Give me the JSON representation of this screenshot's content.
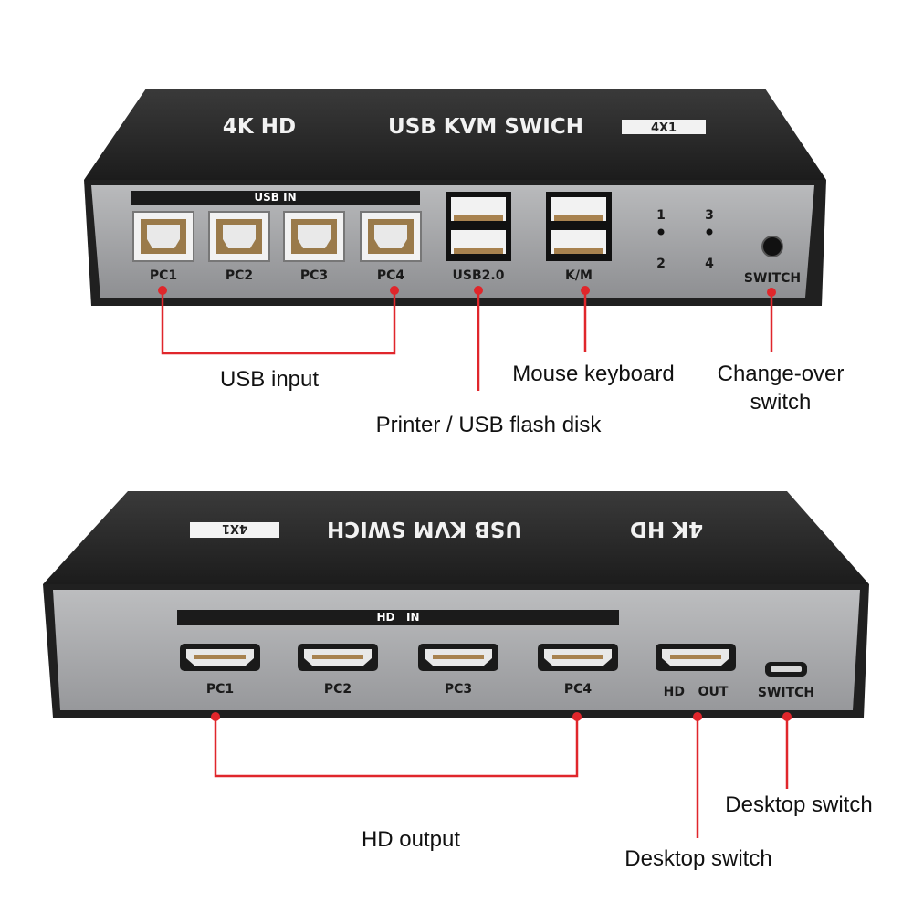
{
  "device_top": {
    "brand_left": "4K HD",
    "brand_title": "USB KVM SWICH",
    "badge": "4X1",
    "strip_label": "USB IN",
    "ports": [
      "PC1",
      "PC2",
      "PC3",
      "PC4"
    ],
    "usb_label": "USB2.0",
    "km_label": "K/M",
    "leds": [
      "1",
      "2",
      "3",
      "4"
    ],
    "switch_label": "SWITCH"
  },
  "device_bottom": {
    "brand_left": "4K HD",
    "brand_title": "USB KVM SWICH",
    "badge": "4X1",
    "strip_label": "HD   IN",
    "ports": [
      "PC1",
      "PC2",
      "PC3",
      "PC4"
    ],
    "out_label": "HD   OUT",
    "switch_label": "SWITCH"
  },
  "callouts": {
    "usb_input": "USB input",
    "printer": "Printer / USB flash disk",
    "mouse_keyboard": "Mouse keyboard",
    "changeover_1": "Change-over",
    "changeover_2": "switch",
    "hd_output": "HD output",
    "desktop_switch_1": "Desktop switch",
    "desktop_switch_2": "Desktop switch"
  },
  "colors": {
    "callout_line": "#e0262b",
    "device_body": "#2b2b2b",
    "panel": "#a7a8ab"
  }
}
